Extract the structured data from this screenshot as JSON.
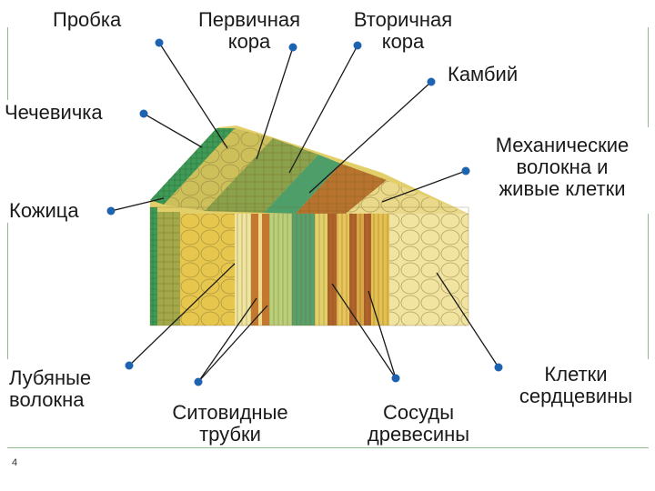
{
  "labels": {
    "probka": "Пробка",
    "pervichnaya_kora": [
      "Первичная",
      "кора"
    ],
    "vtorichnaya_kora": [
      "Вторичная",
      "кора"
    ],
    "kambiy": "Камбий",
    "chechevichka": "Чечевичка",
    "mekhanicheskie": [
      "Механические",
      "волокна и",
      "живые клетки"
    ],
    "kozhitsa": "Кожица",
    "lubyanye": [
      "Лубяные",
      "волокна"
    ],
    "sitovidnye": [
      "Ситовидные",
      "трубки"
    ],
    "sosudy": [
      "Сосуды",
      "древесины"
    ],
    "kletki": [
      "Клетки",
      "сердцевины"
    ]
  },
  "page_number": "4",
  "colors": {
    "pointer_dot": "#1e63b0",
    "leader_line": "#1a1a1a",
    "frame_green": "#8fb98f",
    "bark_green": "#3f9a55",
    "wood_yellow": "#e8cc58",
    "phloem_orange": "#c87a2e",
    "pith_cream": "#f1e3a0"
  }
}
